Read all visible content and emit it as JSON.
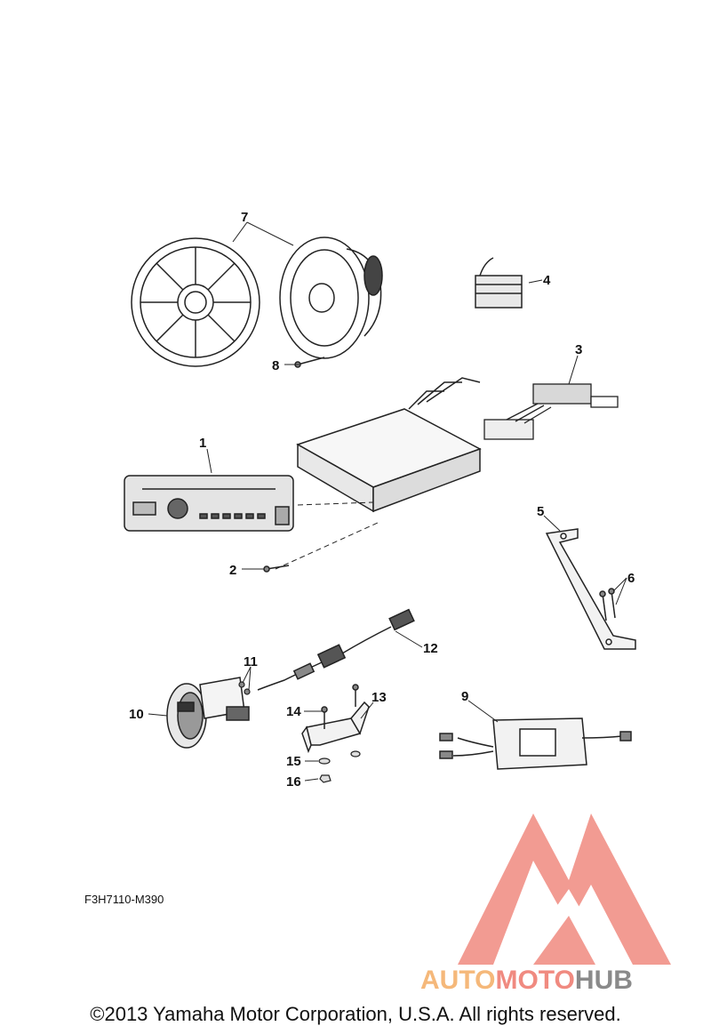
{
  "diagram": {
    "parts": [
      {
        "id": "1",
        "label": "1"
      },
      {
        "id": "2",
        "label": "2"
      },
      {
        "id": "3",
        "label": "3"
      },
      {
        "id": "4",
        "label": "4"
      },
      {
        "id": "5",
        "label": "5"
      },
      {
        "id": "6",
        "label": "6"
      },
      {
        "id": "7",
        "label": "7"
      },
      {
        "id": "8",
        "label": "8"
      },
      {
        "id": "9",
        "label": "9"
      },
      {
        "id": "10",
        "label": "10"
      },
      {
        "id": "11",
        "label": "11"
      },
      {
        "id": "12",
        "label": "12"
      },
      {
        "id": "13",
        "label": "13"
      },
      {
        "id": "14",
        "label": "14"
      },
      {
        "id": "15",
        "label": "15"
      },
      {
        "id": "16",
        "label": "16"
      }
    ],
    "drawing_code": "F3H7110-M390"
  },
  "watermark": {
    "word_part1": "AUTO",
    "word_part2": "MOTO",
    "word_part3": "HUB",
    "colors": {
      "red": "#f08a80",
      "orange": "#f5b87a",
      "gray": "#8a8a8a"
    }
  },
  "footer": {
    "copyright": "©2013 Yamaha Motor Corporation, U.S.A. All rights reserved."
  }
}
